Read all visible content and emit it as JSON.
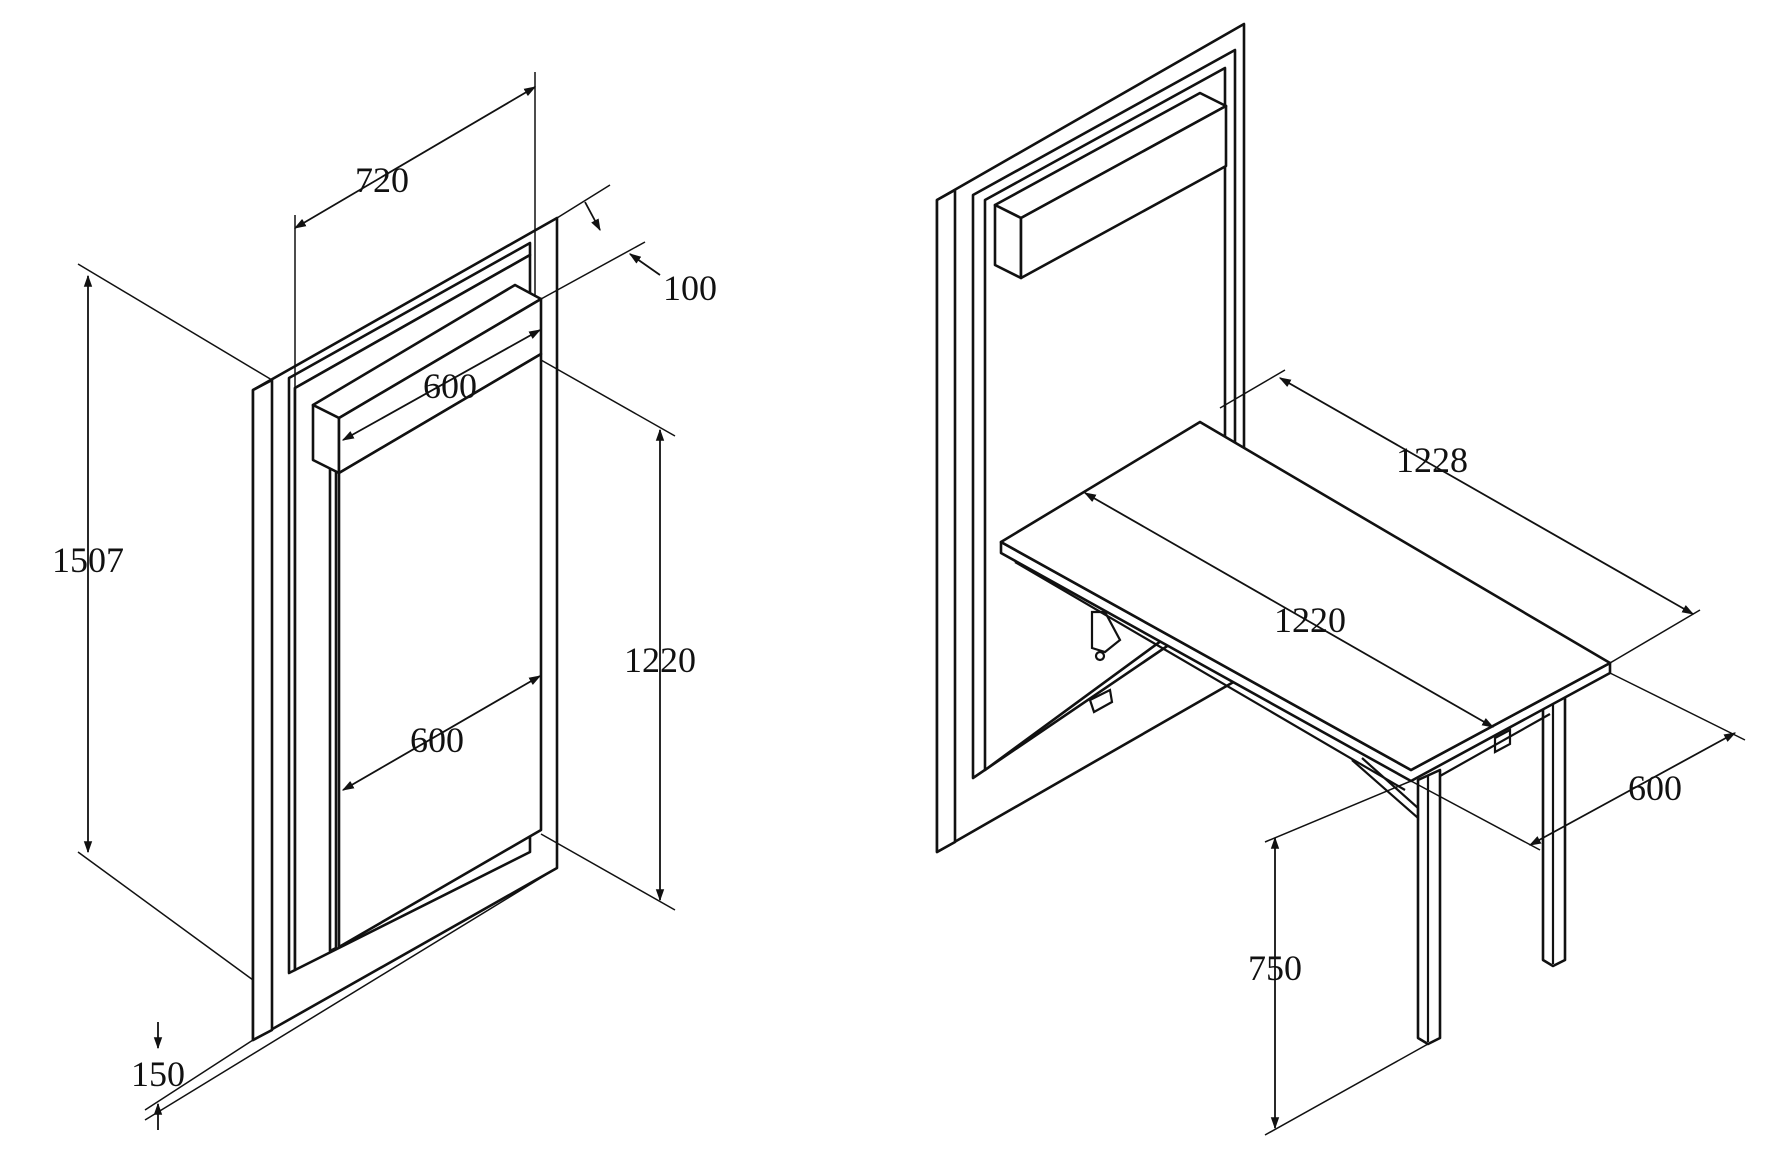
{
  "left_view": {
    "dims": {
      "d720": "720",
      "d100": "100",
      "d600_top": "600",
      "d1507": "1507",
      "d1220": "1220",
      "d600_mid": "600",
      "d150": "150"
    }
  },
  "right_view": {
    "dims": {
      "d1228": "1228",
      "d1220": "1220",
      "d600": "600",
      "d750": "750"
    }
  },
  "colors": {
    "ink": "#111111",
    "paper": "#ffffff"
  }
}
